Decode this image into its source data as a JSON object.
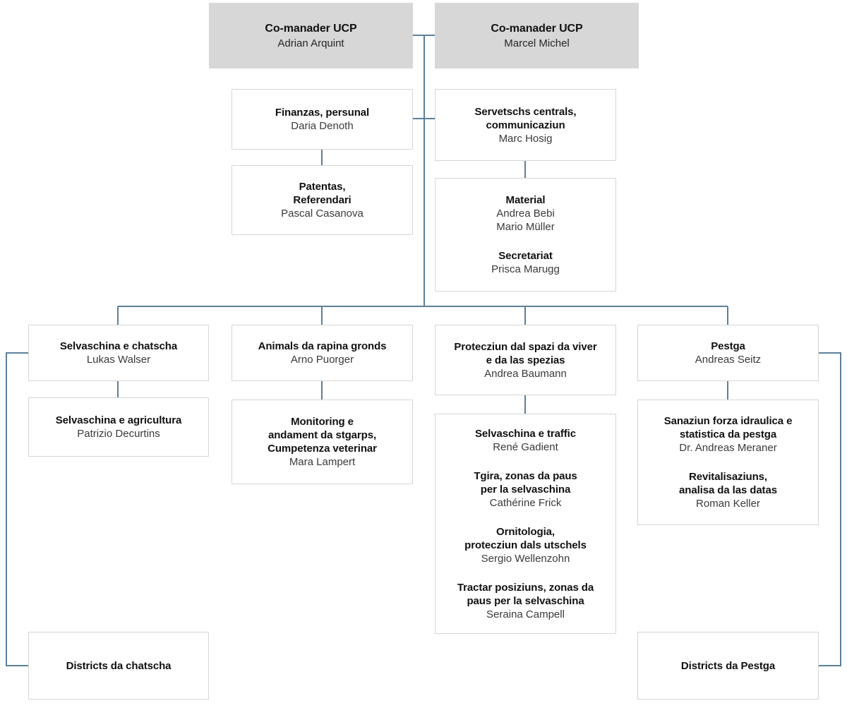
{
  "meta": {
    "title": "Organigramm UCP",
    "accent_line_color": "#5d7f99",
    "box_border_color": "#d6d6d6",
    "head_fill_color": "#d7d7d7",
    "background_color": "#ffffff"
  },
  "nodes": {
    "head_left": {
      "role": "Co-manader UCP",
      "person": "Adrian Arquint"
    },
    "head_right": {
      "role": "Co-manader UCP",
      "person": "Marcel Michel"
    },
    "finanzas": {
      "role": "Finanzas, persunal",
      "person": "Daria Denoth"
    },
    "patentas": {
      "role_line1": "Patentas,",
      "role_line2": "Referendari",
      "person": "Pascal Casanova"
    },
    "servetschs": {
      "role_line1": "Servetschs centrals,",
      "role_line2": "communicaziun",
      "person": "Marc Hosig"
    },
    "material": {
      "entry1_role": "Material",
      "entry1_person1": "Andrea Bebi",
      "entry1_person2": "Mario Müller",
      "entry2_role": "Secretariat",
      "entry2_person": "Prisca Marugg"
    },
    "col1_head": {
      "role": "Selvaschina e chatscha",
      "person": "Lukas Walser"
    },
    "col1_child": {
      "role": "Selvaschina e agricultura",
      "person": "Patrizio Decurtins"
    },
    "col1_bottom": {
      "role": "Districts da chatscha"
    },
    "col2_head": {
      "role": "Animals da rapina gronds",
      "person": "Arno Puorger"
    },
    "col2_child": {
      "role_line1": "Monitoring e",
      "role_line2": "andament da stgarps,",
      "role_line3": "Cumpetenza veterinar",
      "person": "Mara Lampert"
    },
    "col3_head": {
      "role_line1": "Protecziun dal spazi da viver",
      "role_line2": "e da las spezias",
      "person": "Andrea Baumann"
    },
    "col3_child": {
      "entry1_role": "Selvaschina e traffic",
      "entry1_person": "René Gadient",
      "entry2_role_line1": "Tgira, zonas da paus",
      "entry2_role_line2": "per la selvaschina",
      "entry2_person": "Cathérine Frick",
      "entry3_role_line1": "Ornitologia,",
      "entry3_role_line2": "protecziun dals utschels",
      "entry3_person": "Sergio Wellenzohn",
      "entry4_role_line1": "Tractar posiziuns, zonas da",
      "entry4_role_line2": "paus per la selvaschina",
      "entry4_person": "Seraina Campell"
    },
    "col4_head": {
      "role": "Pestga",
      "person": "Andreas Seitz"
    },
    "col4_child": {
      "entry1_role_line1": "Sanaziun forza idraulica e",
      "entry1_role_line2": "statistica da pestga",
      "entry1_person": "Dr. Andreas Meraner",
      "entry2_role_line1": "Revitalisaziuns,",
      "entry2_role_line2": "analisa da las datas",
      "entry2_person": "Roman Keller"
    },
    "col4_bottom": {
      "role": "Districts da Pestga"
    }
  }
}
